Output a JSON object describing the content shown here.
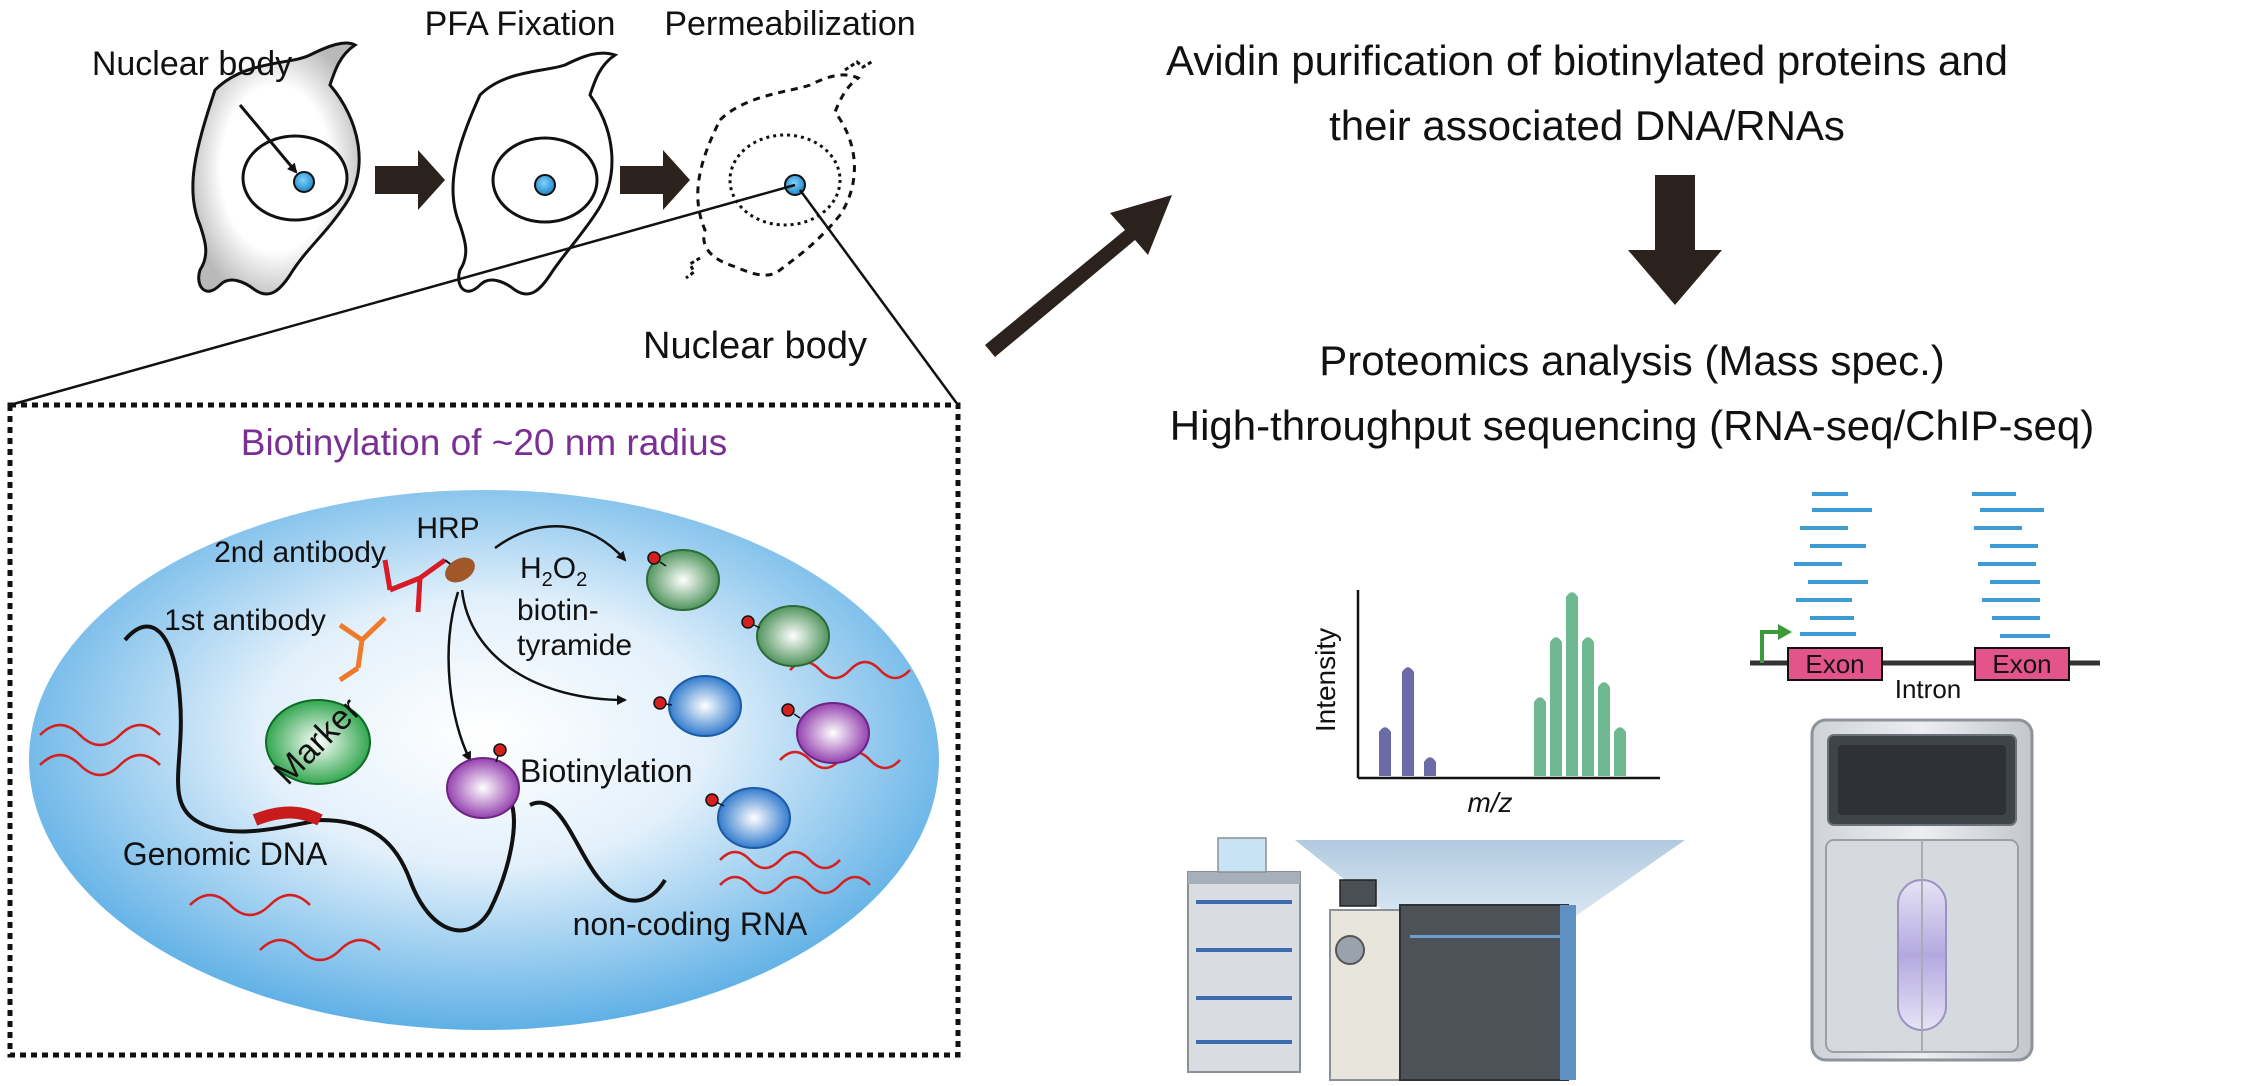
{
  "steps": {
    "nuclear_body_pointer": "Nuclear body",
    "pfa_fixation": "PFA Fixation",
    "permeabilization": "Permeabilization",
    "nuclear_body": "Nuclear body"
  },
  "zoom_box": {
    "title": "Biotinylation of ~20 nm radius",
    "title_color": "#7a2f94",
    "hrp": "HRP",
    "second_antibody": "2nd antibody",
    "first_antibody": "1st antibody",
    "h2o2_h": "H",
    "h2o2_sub1": "2",
    "h2o2_o": "O",
    "h2o2_sub2": "2",
    "biotin_line1": "biotin-",
    "biotin_line2": "tyramide",
    "marker": "Marker",
    "biotinylation": "Biotinylation",
    "genomic_dna": "Genomic DNA",
    "noncoding_rna": "non-coding RNA"
  },
  "pipeline": {
    "purification_line1": "Avidin purification of biotinylated proteins and",
    "purification_line2": "their associated DNA/RNAs",
    "analysis_line1": "Proteomics analysis (Mass spec.)",
    "analysis_line2": "High-throughput sequencing (RNA-seq/ChIP-seq)"
  },
  "mass_spec": {
    "ylabel": "Intensity",
    "xlabel": "m/z",
    "peak_color_1": "#6d6aa8",
    "peak_color_2": "#6fb891"
  },
  "sequencing": {
    "exon1": "Exon",
    "exon2": "Exon",
    "intron": "Intron",
    "read_color": "#3e9bd6",
    "exon_color": "#e3548a"
  }
}
